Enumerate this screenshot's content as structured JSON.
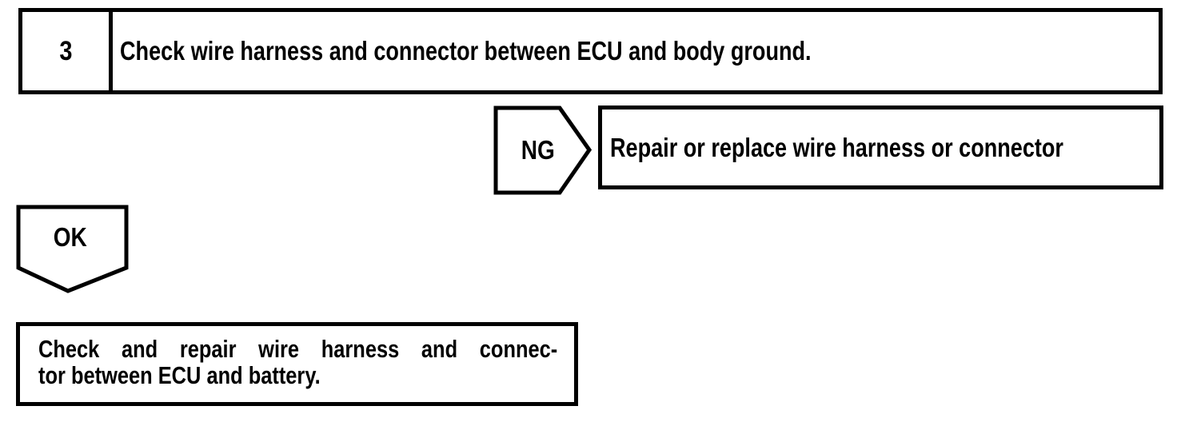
{
  "colors": {
    "ink": "#000000",
    "paper": "#ffffff"
  },
  "flowchart": {
    "step": {
      "number": "3",
      "instruction": "Check wire harness and connector between ECU and body ground."
    },
    "ng_branch": {
      "label": "NG",
      "action": "Repair or replace wire harness or connector"
    },
    "ok_branch": {
      "label": "OK"
    },
    "result": {
      "lines": [
        "Check and repair wire harness and connec-",
        "tor between ECU and battery."
      ]
    }
  }
}
